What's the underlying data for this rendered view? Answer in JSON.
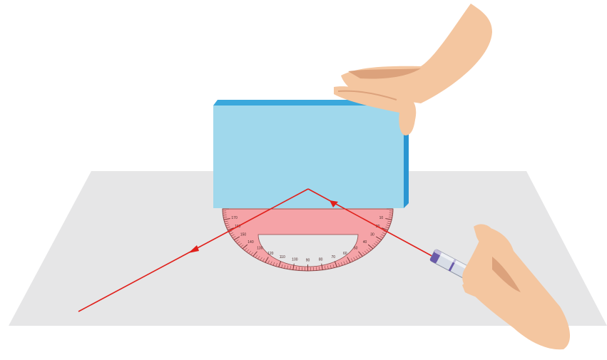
{
  "diagram": {
    "colors": {
      "paper": "#e6e6e7",
      "block_front": "#a0d8ec",
      "block_top": "#3aa8dc",
      "block_side": "#2a96d2",
      "protractor_fill": "#f5a3a7",
      "protractor_edge": "#7a3a3a",
      "ray": "#e0201b",
      "skin": "#f4c6a0",
      "skin_shadow": "#dca27c",
      "pointer_body": "#d8dde6",
      "pointer_band": "#6a5aa8"
    },
    "icons": {
      "hand_top": "hand-icon",
      "hand_pointer": "hand-icon",
      "laser": "laser-pointer-icon",
      "protractor": "protractor-icon"
    },
    "protractor": {
      "scale_min": 0,
      "scale_max": 180,
      "major_step": 10
    }
  }
}
